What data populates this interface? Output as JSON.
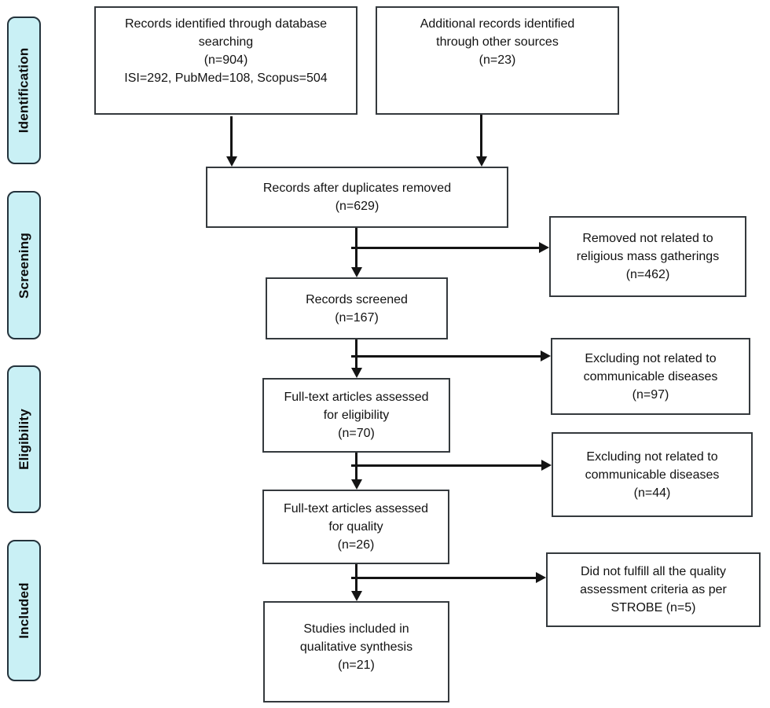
{
  "colors": {
    "stage_fill": "#c9f0f5",
    "stage_border": "#24333c",
    "box_border": "#34393d",
    "arrow": "#141414",
    "background": "#ffffff",
    "text": "#121212"
  },
  "side_labels": [
    {
      "id": "identification",
      "label": "Identification"
    },
    {
      "id": "screening",
      "label": "Screening"
    },
    {
      "id": "eligibility",
      "label": "Eligibility"
    },
    {
      "id": "included",
      "label": "Included"
    }
  ],
  "boxes": [
    {
      "id": "records-identified-db",
      "text": "Records identified through database\nsearching\n(n=904)\nISI=292, PubMed=108, Scopus=504"
    },
    {
      "id": "additional-records",
      "text": "Additional records identified\nthrough other sources\n(n=23)"
    },
    {
      "id": "records-after-duplicates",
      "text": "Records after duplicates removed\n(n=629)"
    },
    {
      "id": "removed-not-related",
      "text": "Removed not related to\nreligious mass gatherings\n(n=462)"
    },
    {
      "id": "records-screened",
      "text": "Records screened\n(n=167)"
    },
    {
      "id": "excluding-communicable-97",
      "text": "Excluding not related to\ncommunicable diseases\n(n=97)"
    },
    {
      "id": "fulltext-eligibility",
      "text": "Full-text articles assessed\nfor eligibility\n(n=70)"
    },
    {
      "id": "excluding-communicable-44",
      "text": "Excluding not related to\ncommunicable diseases\n(n=44)"
    },
    {
      "id": "fulltext-quality",
      "text": "Full-text articles assessed\nfor quality\n(n=26)"
    },
    {
      "id": "strobe-criteria",
      "text": "Did not fulfill all the quality\nassessment criteria as per\nSTROBE (n=5)"
    },
    {
      "id": "studies-included",
      "text": "Studies included in\nqualitative synthesis\n(n=21)"
    }
  ]
}
